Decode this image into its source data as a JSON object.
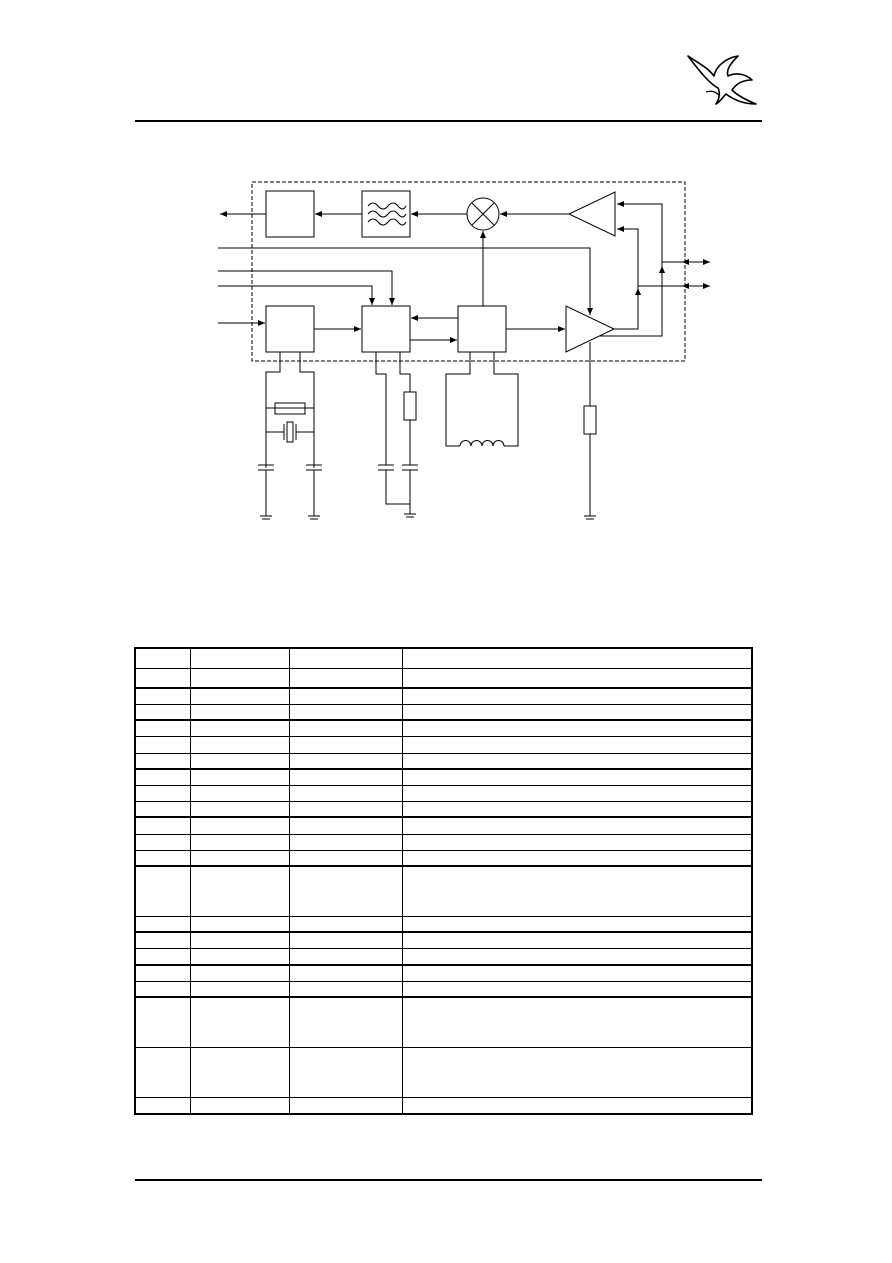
{
  "header": {
    "logo_icon": "hummingbird-logo-icon"
  },
  "diagram": {
    "blocks": [
      "output-buffer-block",
      "lowpass-filter-block",
      "mixer-block",
      "lna-block",
      "crystal-oscillator-block",
      "pll-block",
      "vco-block",
      "power-amplifier-block"
    ]
  },
  "pin_table": {
    "columns": [
      "",
      "",
      "",
      ""
    ],
    "rows": [
      [
        "",
        "",
        "",
        ""
      ],
      [
        "",
        "",
        "",
        ""
      ],
      [
        "",
        "",
        "",
        ""
      ],
      [
        "",
        "",
        "",
        ""
      ],
      [
        "",
        "",
        "",
        ""
      ],
      [
        "",
        "",
        "",
        ""
      ],
      [
        "",
        "",
        "",
        ""
      ],
      [
        "",
        "",
        "",
        ""
      ],
      [
        "",
        "",
        "",
        ""
      ],
      [
        "",
        "",
        "",
        ""
      ],
      [
        "",
        "",
        "",
        ""
      ],
      [
        "",
        "",
        "",
        ""
      ],
      [
        "",
        "",
        "",
        ""
      ],
      [
        "",
        "",
        "",
        ""
      ],
      [
        "",
        "",
        "",
        ""
      ],
      [
        "",
        "",
        "",
        ""
      ],
      [
        "",
        "",
        "",
        ""
      ],
      [
        "",
        "",
        "",
        ""
      ],
      [
        "",
        "",
        "",
        ""
      ],
      [
        "",
        "",
        "",
        ""
      ],
      [
        "",
        "",
        "",
        ""
      ]
    ]
  },
  "colors": {
    "ink": "#000000",
    "paper": "#ffffff"
  }
}
